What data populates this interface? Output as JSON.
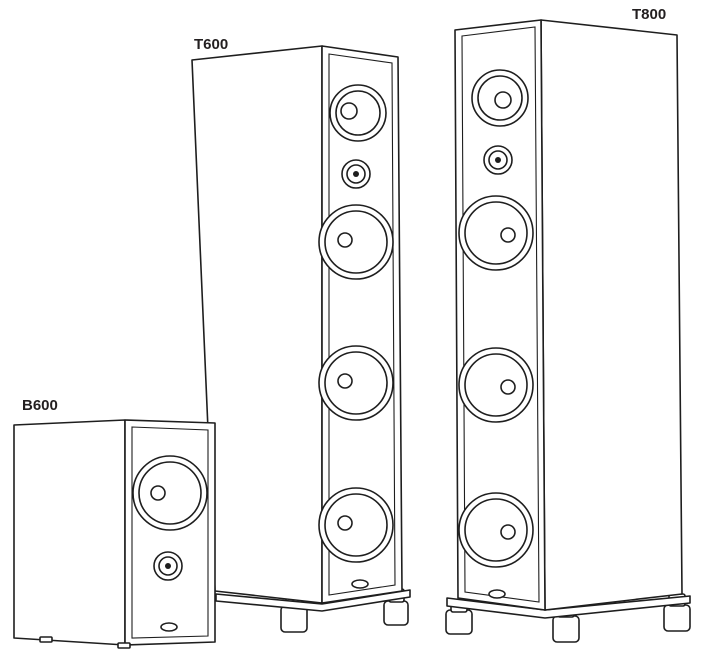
{
  "labels": {
    "b600": "B600",
    "t600": "T600",
    "t800": "T800"
  },
  "colors": {
    "line": "#1e1e1e",
    "background": "#ffffff",
    "label": "#231f20"
  }
}
